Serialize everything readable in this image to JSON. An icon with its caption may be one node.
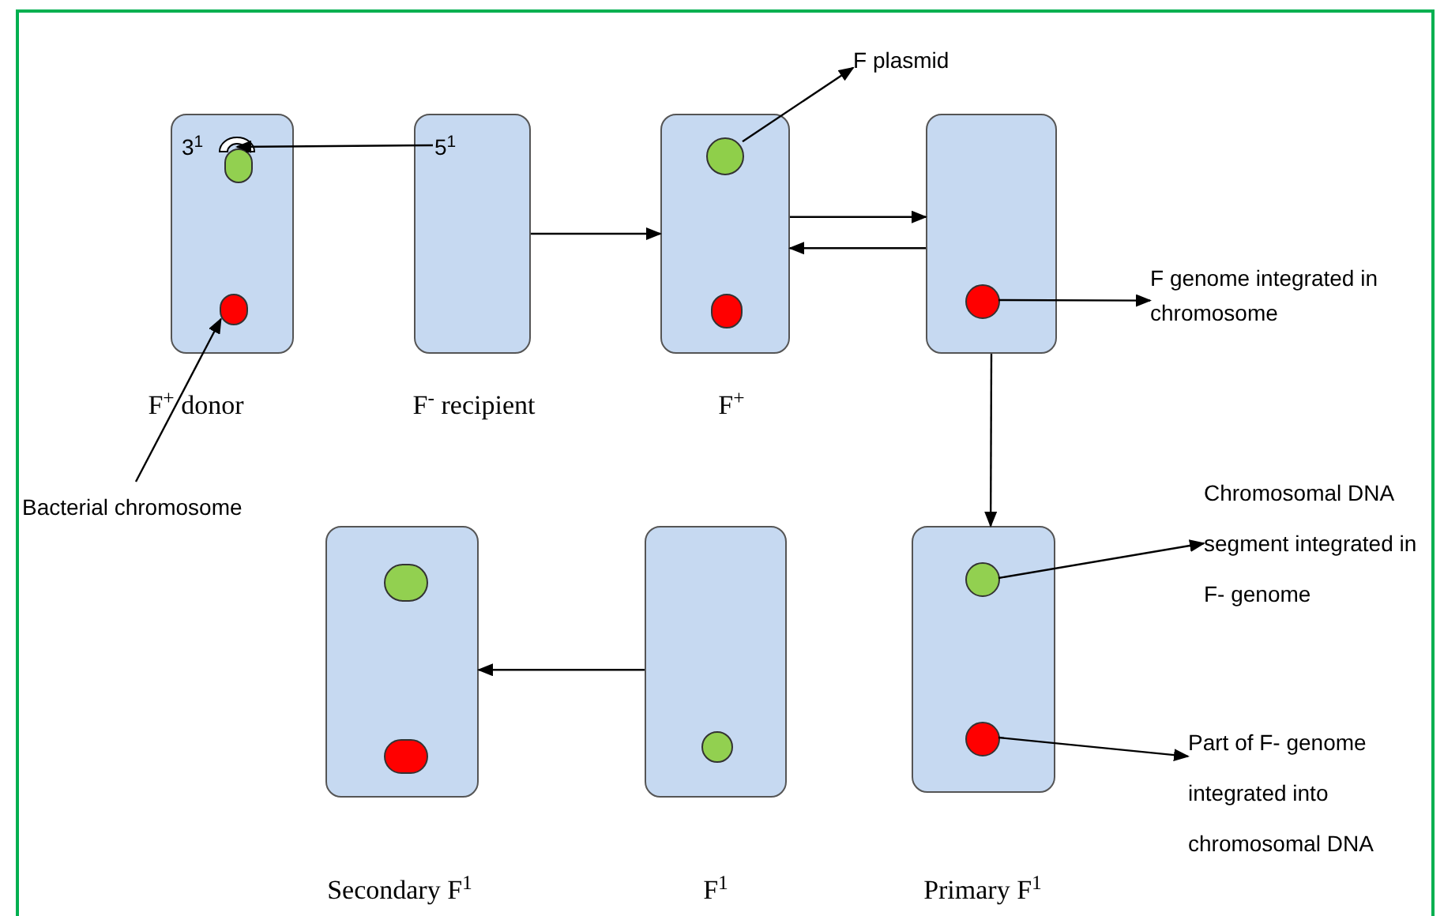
{
  "diagram": {
    "nodes": [
      {
        "text": [],
        "shape": "box",
        "beside": [
          "F$^{+}$ donor"
        ]
      },
      {
        "text": [
          "3$^{1}$"
        ],
        "in": 0
      },
      {
        "text": [],
        "shape": "circle",
        "in": 0
      },
      {
        "text": [],
        "shape": "circle",
        "in": 0
      },
      {
        "text": [],
        "shape": "box",
        "beside": [
          "F$^{-}$ recipient"
        ]
      },
      {
        "text": [
          "5$^{1}$"
        ],
        "in": 4
      },
      {
        "text": [],
        "shape": "box",
        "beside": [
          "F$^{+}$"
        ]
      },
      {
        "text": [],
        "shape": "circle",
        "in": 6
      },
      {
        "text": [],
        "shape": "circle",
        "in": 6
      },
      {
        "text": [],
        "shape": "box"
      },
      {
        "text": [],
        "shape": "circle",
        "in": 9
      },
      {
        "text": [],
        "shape": "box",
        "beside": [
          "Primary F$^{1}$"
        ]
      },
      {
        "text": [],
        "shape": "circle",
        "in": 11
      },
      {
        "text": [],
        "shape": "circle",
        "in": 11
      },
      {
        "text": [],
        "shape": "box",
        "beside": [
          "F$^{1}$"
        ]
      },
      {
        "text": [],
        "shape": "circle",
        "in": 14
      },
      {
        "text": [],
        "shape": "box",
        "beside": [
          "Secondary F$^{1}$"
        ]
      },
      {
        "text": [],
        "shape": "circle",
        "in": 16
      },
      {
        "text": [],
        "shape": "circle",
        "in": 16
      },
      {
        "text": [
          "Bacterial chromosome"
        ]
      },
      {
        "text": [
          "F plasmid"
        ]
      },
      {
        "text": [
          "F genome integrated in chromosome"
        ]
      },
      {
        "text": [
          "Chromosomal DNA segment integrated in F- genome"
        ]
      },
      {
        "text": [
          "Part of F- genome integrated into chromosomal DNA"
        ]
      }
    ],
    "edges": [
      {
        "from": 5,
        "to": 2,
        "arrow": "to"
      },
      {
        "from": 19,
        "to": 3,
        "arrow": "to"
      },
      {
        "from": 4,
        "to": 6,
        "arrow": "to"
      },
      {
        "from": 6,
        "to": 9,
        "arrow": "to"
      },
      {
        "from": 9,
        "to": 6,
        "arrow": "to"
      },
      {
        "from": 7,
        "to": 20,
        "arrow": "to"
      },
      {
        "from": 10,
        "to": 21,
        "arrow": "to"
      },
      {
        "from": 9,
        "to": 11,
        "arrow": "to"
      },
      {
        "from": 12,
        "to": 22,
        "arrow": "to"
      },
      {
        "from": 13,
        "to": 23,
        "arrow": "to"
      },
      {
        "from": 14,
        "to": 16,
        "arrow": "to"
      }
    ]
  }
}
